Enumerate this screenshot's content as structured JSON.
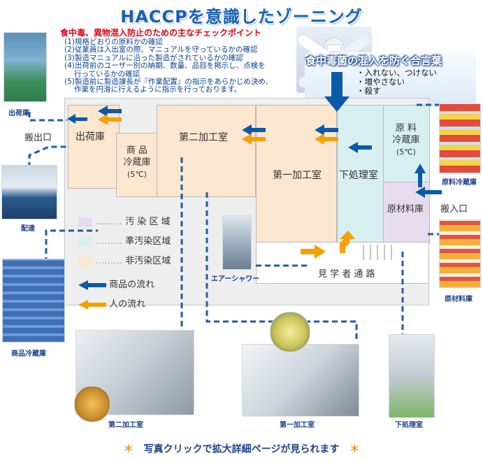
{
  "title": "HACCPを意識したゾーニング",
  "checkpoints": {
    "heading": "食中毒、異物混入防止のための主なチェックポイント",
    "items": [
      "(1)規格どおりの原料かの確認",
      "(2)従業員は入出室の際、マニュアルを守っているかの確認",
      "(3)製造マニュアルに沿った製造がされているかの確認",
      "(4)出荷前のユーザー別の納期、数量、品目を掲示し、点検を",
      "行っているかの確認",
      "(5)製造前に製造課長が『作業配置』の指示をあらかじめ決め、",
      "作業を円滑に行えるように指示を行っております。"
    ]
  },
  "slogan": {
    "title": "食中毒菌の混入を防ぐ合言葉",
    "bullets": [
      "・入れない、つけない",
      "・増やさない",
      "・殺す"
    ]
  },
  "rooms": {
    "shipping_storage": "出荷庫",
    "second_processing": "第二加工室",
    "product_cold_storage": [
      "商 品",
      "冷蔵庫",
      "(5℃)"
    ],
    "first_processing": "第一加工室",
    "preprocessing": "下処理室",
    "raw_cold_storage": [
      "原 料",
      "冷蔵庫",
      "(5℃)"
    ],
    "raw_storage": "原材料庫",
    "visitor_corridor": "見 学 者 通 路"
  },
  "doors": {
    "out": "搬出口",
    "in": "搬入口"
  },
  "legend": {
    "zones": [
      {
        "label": "汚 染 区 域",
        "color": "#e7dcef"
      },
      {
        "label": "準汚染区域",
        "color": "#d7efee"
      },
      {
        "label": "非汚染区域",
        "color": "#fbe6cf"
      }
    ],
    "flows": [
      {
        "label": "商品の流れ",
        "color": "#0b5aa8"
      },
      {
        "label": "人の流れ",
        "color": "#f5a000"
      }
    ]
  },
  "photos": {
    "shipping": "出荷庫",
    "delivery": "配達",
    "product_fridge": "商品冷蔵庫",
    "second_room": "第二加工室",
    "first_room": "第一加工室",
    "pre_room": "下処理室",
    "air_shower": "エアーシャワー",
    "raw_fridge": "原料冷蔵庫",
    "raw_store": "原材料庫"
  },
  "footer_note": "写真クリックで拡大詳細ページが見られます",
  "footer_star": "＊",
  "colors": {
    "title": "#1a5fae",
    "product_flow": "#0b5aa8",
    "people_flow": "#f5a000",
    "dashed_line": "#1f5da8"
  }
}
